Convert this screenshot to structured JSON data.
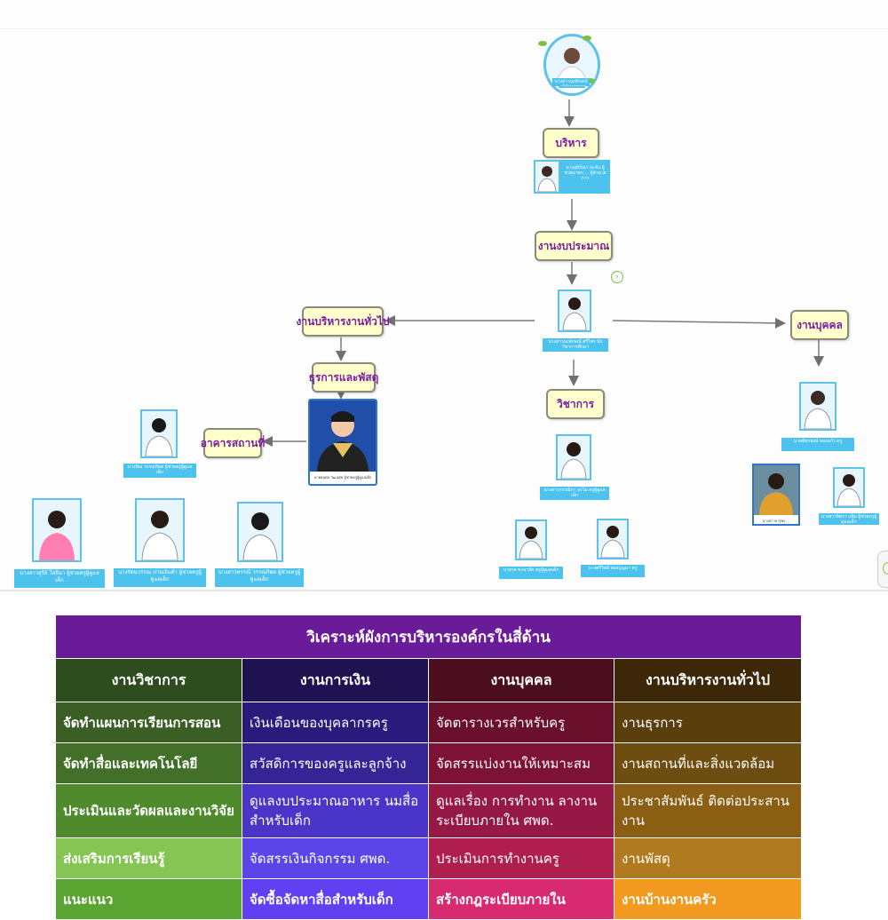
{
  "org_chart": {
    "labels": {
      "admin": "บริหาร",
      "budget": "งานงบประมาณ",
      "general_admin": "งานบริหารงานทั่วไป",
      "personnel": "งานบุคคล",
      "clerical_supplies": "ธุรการและพัสดุ",
      "academic": "วิชาการ",
      "building": "อาคารสถานที่"
    },
    "captions": {
      "boss": "นางสาวนงลักษณ์ ... ผู้อำนวยการ",
      "admin_person": "นางอุษิร์ณา ปะจัน ผู้ช่วยนายก ... ผู้อำนวยการ",
      "budget_person": "นางสาวนงลักษณ์ ศรีไพร นักวิชาการศึกษา",
      "personnel_head": "นายพัชรพงษ์ ทองแก้ว ครู",
      "personnel_a": "นางสาวจารุพร ...",
      "personnel_b": "นางสาวจิตรา แย้ม ผู้ช่วยครูผู้ดูแลเด็ก",
      "clerk": "นายธนพล วัฒนสุข ผู้ช่วยครูผู้ดูแลเด็ก",
      "building_head": "นางพิณ วรรณกิตต ผู้ช่วยครูผู้ดูแลเด็ก",
      "building_a": "นางสาวสุรีย์ โสจีนา ผู้ช่วยครูผู้ดูแลเด็ก",
      "building_b": "นางรัตนวรรณ ปานเงินคำ ผู้ช่วยครูผู้ดูแลเด็ก",
      "building_c": "นางสาวพรรณี วรรณกิตต ผู้ช่วยครูผู้ดูแลเด็ก",
      "academic_head": "นางสาวกรรณิกา ละไม ครูผู้ดูแลเด็ก",
      "academic_a": "นางกุล ขะมาลัย ครูผู้ดูแลเด็ก",
      "academic_b": "นางศรีวิทย์ ทองบุญมา ครู"
    },
    "icons": [
      "expand-circle-icon",
      "arrow-icon",
      "person-photo-icon"
    ],
    "colors": {
      "label_bg": "#ffffcc",
      "label_text": "#7a1fa2",
      "caption_bg": "#4cc3ee",
      "photo_border": "#5ec2e8"
    }
  },
  "table": {
    "title": "วิเคราะห์ผังการบริหารองค์กรในสี่ด้าน",
    "headers": [
      "งานวิชาการ",
      "งานการเงิน",
      "งานบุคคล",
      "งานบริหารงานทั่วไป"
    ],
    "rows": [
      [
        "จัดทำแผนการเรียนการสอน",
        "เงินเดือนของบุคลากรครู",
        "จัดตารางเวรสำหรับครู",
        "งานธุรการ"
      ],
      [
        "จัดทำสื่อและเทคโนโลยี",
        "สวัสดิการของครูและลูกจ้าง",
        "จัดสรรแบ่งงานให้เหมาะสม",
        "งานสถานที่และสิ่งแวดล้อม"
      ],
      [
        "ประเมินและวัดผลและงานวิจัย",
        "ดูแลงบประมาณอาหาร นมสื่อสำหรับเด็ก",
        "ดูแลเรื่อง การทำงาน ลางาน ระเบียบภายใน ศพด.",
        "ประชาสัมพันธ์ ติดต่อประสานงาน"
      ],
      [
        "ส่งเสริมการเรียนรู้",
        "จัดสรรเงินกิจกรรม ศพด.",
        "ประเมินการทำงานครู",
        "งานพัสดุ"
      ],
      [
        "แนะแนว",
        "จัดซื้อจัดหาสื่อสำหรับเด็ก",
        "สร้างกฎระเบียบภายใน",
        "งานบ้านงานครัว"
      ]
    ],
    "colors": {
      "title": "#6a1b9a",
      "headers": [
        "#2e4d1e",
        "#1e1250",
        "#4a0e1e",
        "#3c2808"
      ],
      "columns": [
        [
          "#3b5e25",
          "#427028",
          "#4f8a2c",
          "#86c553",
          "#5aa531"
        ],
        [
          "#2a1a7c",
          "#352496",
          "#4a35c8",
          "#5b45e8",
          "#6040f0"
        ],
        [
          "#6a0f2c",
          "#7e1236",
          "#961844",
          "#b01e50",
          "#d82a70"
        ],
        [
          "#5a3f0c",
          "#6e4d10",
          "#8a5f14",
          "#b07a20",
          "#f29a20"
        ]
      ]
    }
  }
}
